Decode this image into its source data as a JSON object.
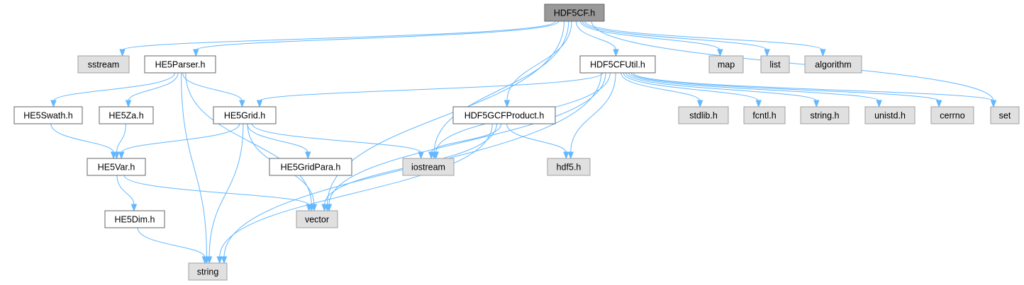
{
  "diagram": {
    "nodes": [
      {
        "id": "HDF5CF_h",
        "label": "HDF5CF.h",
        "kind": "root"
      },
      {
        "id": "sstream",
        "label": "sstream",
        "kind": "system"
      },
      {
        "id": "HE5Parser_h",
        "label": "HE5Parser.h",
        "kind": "header"
      },
      {
        "id": "HDF5CFUtil_h",
        "label": "HDF5CFUtil.h",
        "kind": "header"
      },
      {
        "id": "map",
        "label": "map",
        "kind": "system"
      },
      {
        "id": "list",
        "label": "list",
        "kind": "system"
      },
      {
        "id": "algorithm",
        "label": "algorithm",
        "kind": "system"
      },
      {
        "id": "HE5Swath_h",
        "label": "HE5Swath.h",
        "kind": "header"
      },
      {
        "id": "HE5Za_h",
        "label": "HE5Za.h",
        "kind": "header"
      },
      {
        "id": "HE5Grid_h",
        "label": "HE5Grid.h",
        "kind": "header"
      },
      {
        "id": "HDF5GCFProduct_h",
        "label": "HDF5GCFProduct.h",
        "kind": "header"
      },
      {
        "id": "stdlib_h",
        "label": "stdlib.h",
        "kind": "system"
      },
      {
        "id": "fcntl_h",
        "label": "fcntl.h",
        "kind": "system"
      },
      {
        "id": "string_h",
        "label": "string.h",
        "kind": "system"
      },
      {
        "id": "unistd_h",
        "label": "unistd.h",
        "kind": "system"
      },
      {
        "id": "cerrno",
        "label": "cerrno",
        "kind": "system"
      },
      {
        "id": "set",
        "label": "set",
        "kind": "system"
      },
      {
        "id": "HE5Var_h",
        "label": "HE5Var.h",
        "kind": "header"
      },
      {
        "id": "HE5GridPara_h",
        "label": "HE5GridPara.h",
        "kind": "header"
      },
      {
        "id": "iostream",
        "label": "iostream",
        "kind": "system"
      },
      {
        "id": "hdf5_h",
        "label": "hdf5.h",
        "kind": "system"
      },
      {
        "id": "HE5Dim_h",
        "label": "HE5Dim.h",
        "kind": "header"
      },
      {
        "id": "vector",
        "label": "vector",
        "kind": "system"
      },
      {
        "id": "string",
        "label": "string",
        "kind": "system"
      }
    ],
    "edges": [
      [
        "HDF5CF_h",
        "sstream"
      ],
      [
        "HDF5CF_h",
        "HE5Parser_h"
      ],
      [
        "HDF5CF_h",
        "iostream"
      ],
      [
        "HDF5CF_h",
        "vector"
      ],
      [
        "HDF5CF_h",
        "HDF5GCFProduct_h"
      ],
      [
        "HDF5CF_h",
        "HDF5CFUtil_h"
      ],
      [
        "HDF5CF_h",
        "map"
      ],
      [
        "HDF5CF_h",
        "list"
      ],
      [
        "HDF5CF_h",
        "algorithm"
      ],
      [
        "HDF5CF_h",
        "set"
      ],
      [
        "HE5Parser_h",
        "string"
      ],
      [
        "HE5Parser_h",
        "HE5Swath_h"
      ],
      [
        "HE5Parser_h",
        "HE5Za_h"
      ],
      [
        "HE5Parser_h",
        "HE5Grid_h"
      ],
      [
        "HE5Parser_h",
        "vector"
      ],
      [
        "HE5Swath_h",
        "HE5Var_h"
      ],
      [
        "HE5Za_h",
        "HE5Var_h"
      ],
      [
        "HE5Grid_h",
        "HE5Var_h"
      ],
      [
        "HE5Grid_h",
        "HE5GridPara_h"
      ],
      [
        "HE5Grid_h",
        "iostream"
      ],
      [
        "HE5Grid_h",
        "vector"
      ],
      [
        "HE5Grid_h",
        "string"
      ],
      [
        "HE5Var_h",
        "HE5Dim_h"
      ],
      [
        "HE5Var_h",
        "vector"
      ],
      [
        "HE5Dim_h",
        "string"
      ],
      [
        "HDF5GCFProduct_h",
        "iostream"
      ],
      [
        "HDF5GCFProduct_h",
        "hdf5_h"
      ],
      [
        "HDF5GCFProduct_h",
        "vector"
      ],
      [
        "HDF5GCFProduct_h",
        "string"
      ],
      [
        "HDF5CFUtil_h",
        "HE5Grid_h"
      ],
      [
        "HDF5CFUtil_h",
        "iostream"
      ],
      [
        "HDF5CFUtil_h",
        "hdf5_h"
      ],
      [
        "HDF5CFUtil_h",
        "vector"
      ],
      [
        "HDF5CFUtil_h",
        "string"
      ],
      [
        "HDF5CFUtil_h",
        "stdlib_h"
      ],
      [
        "HDF5CFUtil_h",
        "fcntl_h"
      ],
      [
        "HDF5CFUtil_h",
        "string_h"
      ],
      [
        "HDF5CFUtil_h",
        "unistd_h"
      ],
      [
        "HDF5CFUtil_h",
        "cerrno"
      ],
      [
        "HDF5CFUtil_h",
        "set"
      ]
    ]
  },
  "colors": {
    "edge": "#63b8ff",
    "root_fill": "#999999",
    "header_fill": "#ffffff",
    "system_fill": "#e0e0e0",
    "border": "#666666"
  }
}
